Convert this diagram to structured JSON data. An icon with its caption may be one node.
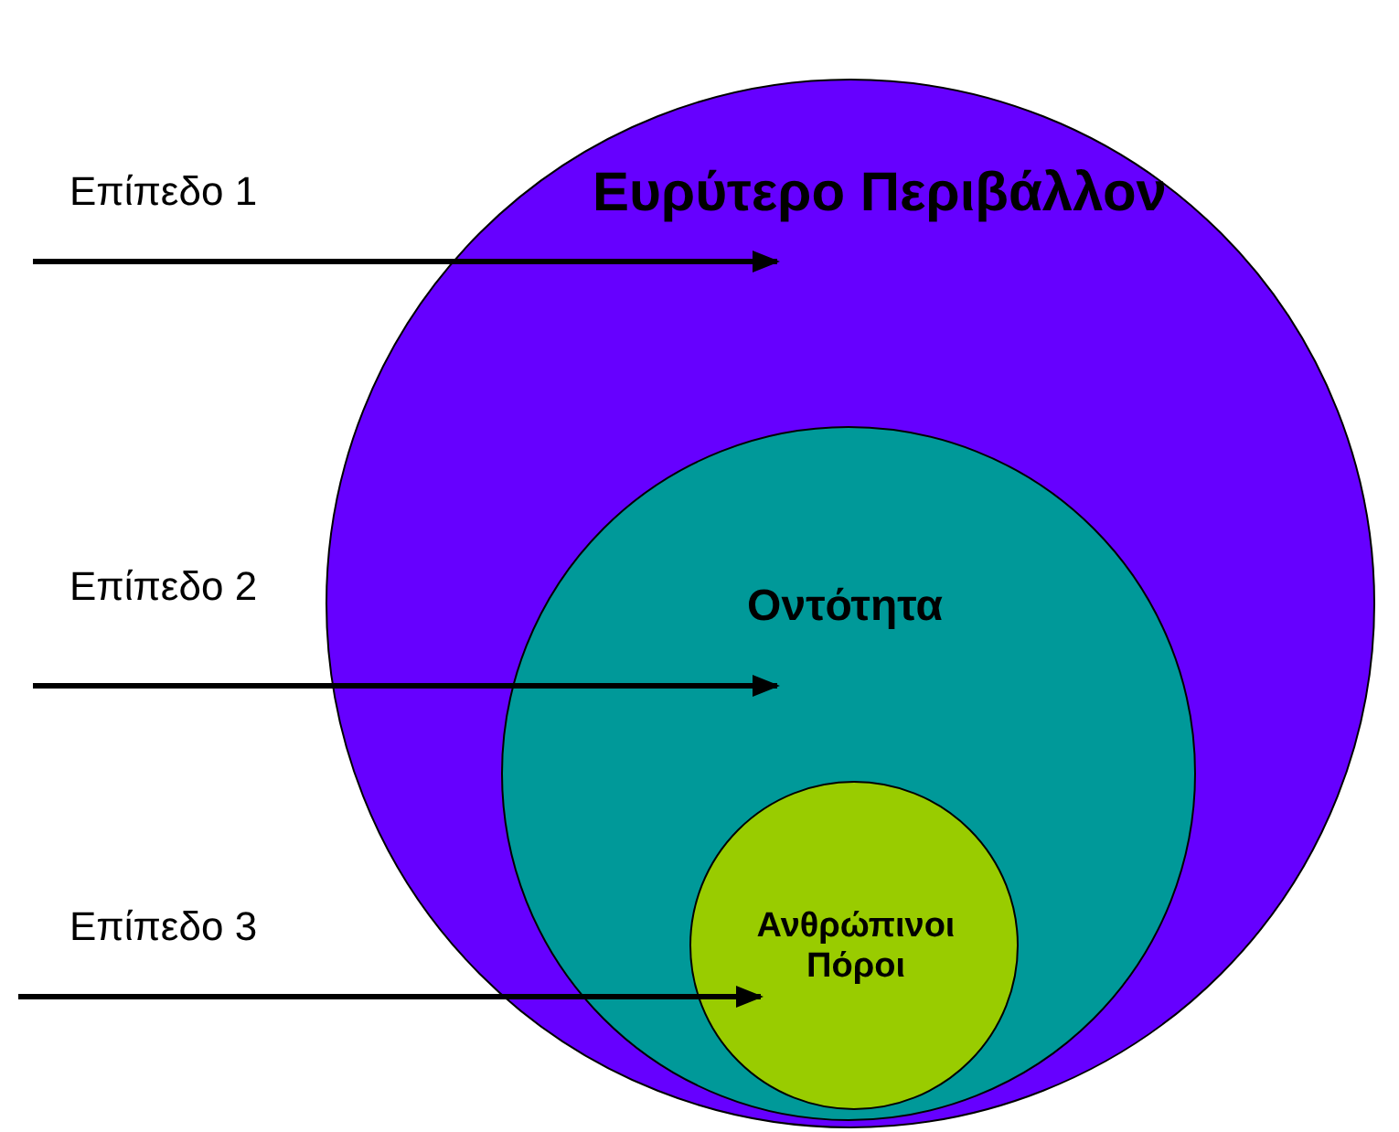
{
  "diagram": {
    "nodes": [
      {
        "text": [
          "Ευρύτερο Περιβάλλον"
        ]
      },
      {
        "text": [
          "Οντότητα"
        ],
        "in": 0
      },
      {
        "text": [
          "Ανθρώπινοι Πόροι"
        ],
        "in": 1
      },
      {
        "text": [
          "Επίπεδο 1"
        ]
      },
      {
        "text": [
          "Επίπεδο 2"
        ]
      },
      {
        "text": [
          "Επίπεδο 3"
        ]
      }
    ],
    "edges": [
      {
        "from": 3,
        "to": null,
        "arrow": "to"
      },
      {
        "from": 4,
        "to": null,
        "arrow": "to"
      },
      {
        "from": 5,
        "to": 2,
        "arrow": "to"
      }
    ]
  }
}
